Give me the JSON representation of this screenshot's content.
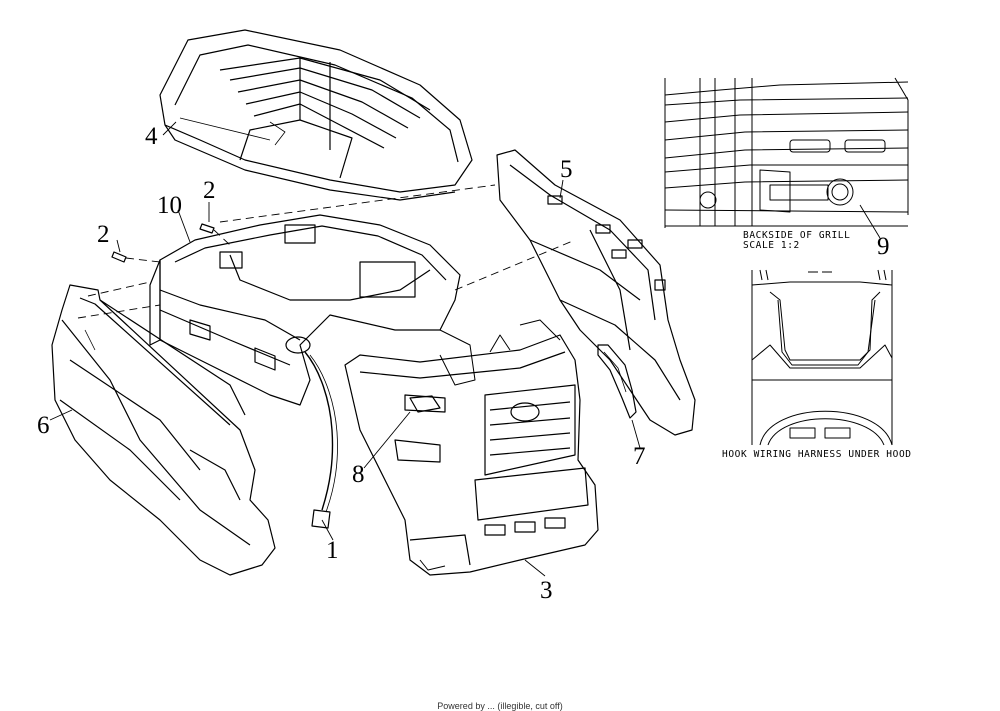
{
  "callouts": {
    "c1": "1",
    "c2a": "2",
    "c2b": "2",
    "c3": "3",
    "c4": "4",
    "c5": "5",
    "c6": "6",
    "c7": "7",
    "c8": "8",
    "c9": "9",
    "c10": "10"
  },
  "detail_views": {
    "grill": {
      "line1": "BACKSIDE OF GRILL",
      "line2": "SCALE 1:2"
    },
    "harness": {
      "caption": "HOOK WIRING HARNESS UNDER HOOD"
    }
  },
  "footer": {
    "text": "Powered by ... (illegible, cut off)"
  },
  "colors": {
    "line": "#000000",
    "background": "#ffffff"
  }
}
